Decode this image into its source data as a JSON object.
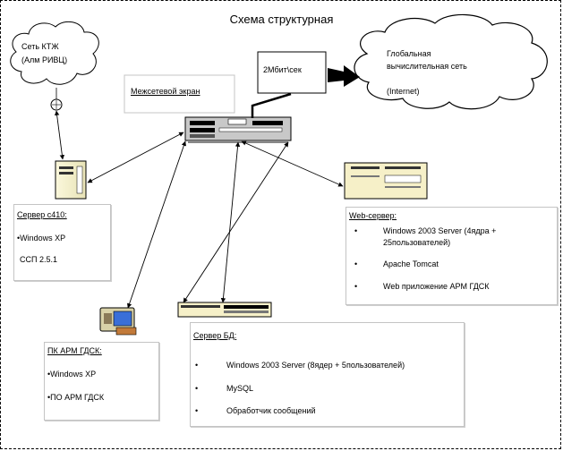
{
  "title": "Схема структурная",
  "network_ktzh": {
    "line1": "Сеть КТЖ",
    "line2": "(Алм РИВЦ)"
  },
  "global_network": {
    "line1": "Глобальная",
    "line2": "вычислительная сеть",
    "line3": "(Internet)"
  },
  "speed_label": "2Мбит\\сек",
  "firewall_label": "Межсетевой экран",
  "server_c410": {
    "title": "Сервер с410:",
    "items": [
      "•Windows XP",
      "ССП 2.5.1"
    ]
  },
  "web_server": {
    "title": "Web-сервер:",
    "items": [
      "Windows 2003 Server (4ядра +",
      "25пользователей)",
      "Apache Tomcat",
      "Web приложение АРМ ГДСК"
    ]
  },
  "pc_arm": {
    "title": "ПК АРМ ГДСК:",
    "items": [
      "•Windows XP",
      "•ПО АРМ ГДСК"
    ]
  },
  "db_server": {
    "title": "Сервер БД:",
    "items": [
      "Windows 2003 Server (8ядер + 5пользователей)",
      "MySQL",
      "Обработчик сообщений"
    ]
  }
}
